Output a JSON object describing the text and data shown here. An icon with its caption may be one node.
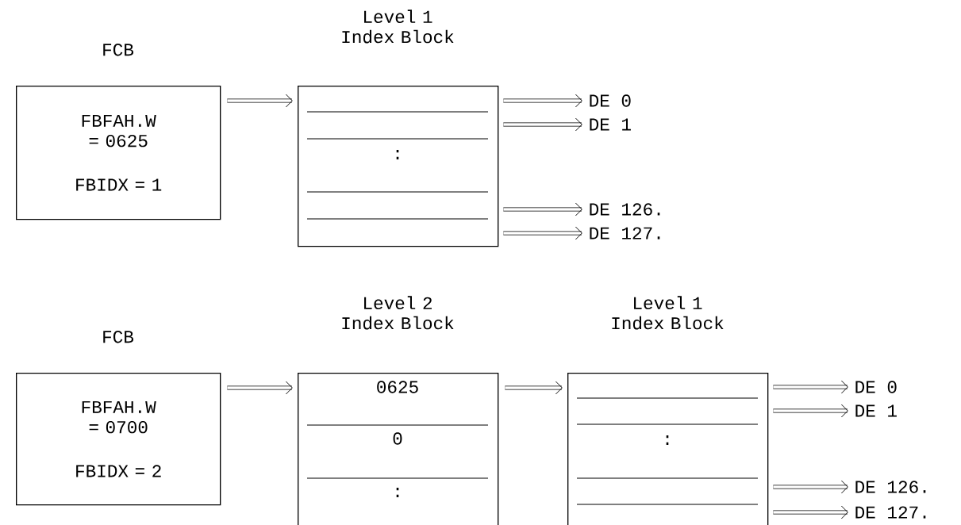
{
  "diagram": {
    "nodes": [
      {
        "text": [
          "FCB",
          "FBFAH.W = 0625",
          "FBIDX = 1"
        ]
      },
      {
        "text": [
          "Level 1 Index Block",
          ":"
        ]
      },
      {
        "text": [
          "DE 0"
        ]
      },
      {
        "text": [
          "DE 1"
        ]
      },
      {
        "text": [
          "DE 126."
        ]
      },
      {
        "text": [
          "DE 127."
        ]
      },
      {
        "text": [
          "FCB",
          "FBFAH.W = 0700",
          "FBIDX = 2"
        ]
      },
      {
        "text": [
          "Level 2 Index Block",
          "0625",
          "0",
          ":"
        ]
      },
      {
        "text": [
          "Level 1 Index Block",
          ":"
        ]
      },
      {
        "text": [
          "DE 0"
        ]
      },
      {
        "text": [
          "DE 1"
        ]
      },
      {
        "text": [
          "DE 126."
        ]
      },
      {
        "text": [
          "DE 127."
        ]
      }
    ],
    "edges": [
      {
        "from": 0,
        "to": 1,
        "arrow": "to"
      },
      {
        "from": 1,
        "to": 2,
        "arrow": "to"
      },
      {
        "from": 1,
        "to": 3,
        "arrow": "to"
      },
      {
        "from": 1,
        "to": 4,
        "arrow": "to"
      },
      {
        "from": 1,
        "to": 5,
        "arrow": "to"
      },
      {
        "from": 6,
        "to": 7,
        "arrow": "to"
      },
      {
        "from": 7,
        "to": 8,
        "arrow": "to"
      },
      {
        "from": 8,
        "to": 9,
        "arrow": "to"
      },
      {
        "from": 8,
        "to": 10,
        "arrow": "to"
      },
      {
        "from": 8,
        "to": 11,
        "arrow": "to"
      },
      {
        "from": 8,
        "to": 12,
        "arrow": "to"
      }
    ]
  }
}
